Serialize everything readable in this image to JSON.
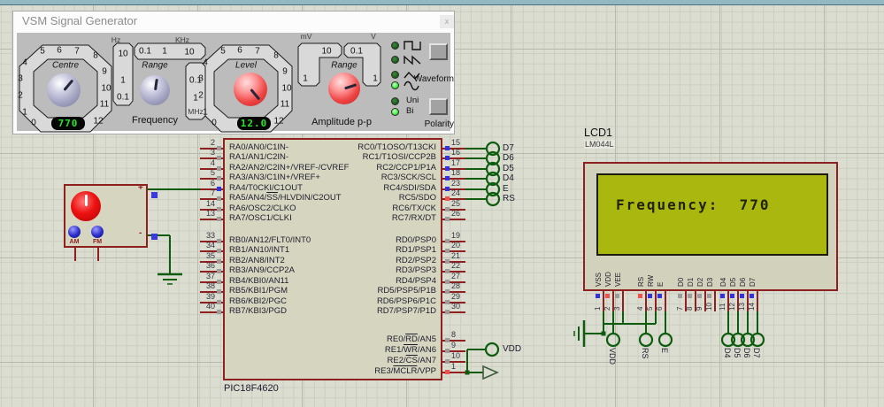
{
  "window": {
    "title": "VSM Signal Generator",
    "close": "x"
  },
  "vsm": {
    "centre": {
      "label": "Centre",
      "value": "770",
      "scale": [
        "0",
        "1",
        "2",
        "3",
        "4",
        "5",
        "6",
        "7",
        "8",
        "9",
        "10",
        "11",
        "12"
      ]
    },
    "level": {
      "label": "Level",
      "value": "12.0",
      "scale": [
        "0",
        "1",
        "2",
        "3",
        "4",
        "5",
        "6",
        "7",
        "8",
        "9",
        "10",
        "11",
        "12"
      ]
    },
    "freq": {
      "unit_hz": "Hz",
      "unit_khz": "KHz",
      "unit_mhz": "MHz",
      "hz_ticks": [
        "10",
        "1",
        "0.1"
      ],
      "khz_ticks": [
        "0.1",
        "1",
        "10"
      ],
      "mhz_ticks": [
        "0.1",
        "1"
      ],
      "range_label": "Range",
      "section_label": "Frequency"
    },
    "amp": {
      "unit_mv": "mV",
      "unit_v": "V",
      "left_top": "10",
      "left_side": "1",
      "right_top": "0.1",
      "right_side": "1",
      "range_label": "Range",
      "section_label": "Amplitude p-p"
    },
    "waveform": {
      "button": "Waveform",
      "leds": [
        {
          "shape": "square",
          "lit": false
        },
        {
          "shape": "sawtooth",
          "lit": false
        },
        {
          "shape": "triangle",
          "lit": false
        },
        {
          "shape": "sine",
          "lit": true
        }
      ]
    },
    "polarity": {
      "button": "Polarity",
      "options": [
        {
          "label": "Uni",
          "lit": false
        },
        {
          "label": "Bi",
          "lit": true
        }
      ]
    }
  },
  "generator": {
    "am": "AM",
    "fm": "FM",
    "plus": "+",
    "minus": "-"
  },
  "chip": {
    "name": "PIC18F4620",
    "left_a": [
      {
        "num": "2",
        "label": "RA0/AN0/C1IN-",
        "marker": "grey"
      },
      {
        "num": "3",
        "label": "RA1/AN1/C2IN-",
        "marker": "grey"
      },
      {
        "num": "4",
        "label": "RA2/AN2/C2IN+/VREF-/CVREF",
        "marker": "grey"
      },
      {
        "num": "5",
        "label": "RA3/AN3/C1IN+/VREF+",
        "marker": "grey"
      },
      {
        "num": "6",
        "label": "RA4/T0CKI/C1OUT",
        "marker": "blue"
      },
      {
        "num": "7",
        "label": "RA5/AN4/~SS~/HLVDIN/C2OUT",
        "marker": "grey"
      },
      {
        "num": "14",
        "label": "RA6/OSC2/CLKO",
        "marker": "grey"
      },
      {
        "num": "13",
        "label": "RA7/OSC1/CLKI",
        "marker": "grey"
      }
    ],
    "left_b": [
      {
        "num": "33",
        "label": "RB0/AN12/FLT0/INT0",
        "marker": "grey"
      },
      {
        "num": "34",
        "label": "RB1/AN10/INT1",
        "marker": "grey"
      },
      {
        "num": "35",
        "label": "RB2/AN8/INT2",
        "marker": "grey"
      },
      {
        "num": "36",
        "label": "RB3/AN9/CCP2A",
        "marker": "grey"
      },
      {
        "num": "37",
        "label": "RB4/KBI0/AN11",
        "marker": "grey"
      },
      {
        "num": "38",
        "label": "RB5/KBI1/PGM",
        "marker": "grey"
      },
      {
        "num": "39",
        "label": "RB6/KBI2/PGC",
        "marker": "grey"
      },
      {
        "num": "40",
        "label": "RB7/KBI3/PGD",
        "marker": "grey"
      }
    ],
    "right_c": [
      {
        "num": "15",
        "label": "RC0/T1OSO/T13CKI",
        "marker": "blue"
      },
      {
        "num": "16",
        "label": "RC1/T1OSI/CCP2B",
        "marker": "blue"
      },
      {
        "num": "17",
        "label": "RC2/CCP1/P1A",
        "marker": "blue"
      },
      {
        "num": "18",
        "label": "RC3/SCK/SCL",
        "marker": "blue"
      },
      {
        "num": "23",
        "label": "RC4/SDI/SDA",
        "marker": "blue"
      },
      {
        "num": "24",
        "label": "RC5/SDO",
        "marker": "red"
      },
      {
        "num": "25",
        "label": "RC6/TX/CK",
        "marker": "grey"
      },
      {
        "num": "26",
        "label": "RC7/RX/DT",
        "marker": "grey"
      }
    ],
    "right_d": [
      {
        "num": "19",
        "label": "RD0/PSP0",
        "marker": "grey"
      },
      {
        "num": "20",
        "label": "RD1/PSP1",
        "marker": "grey"
      },
      {
        "num": "21",
        "label": "RD2/PSP2",
        "marker": "grey"
      },
      {
        "num": "22",
        "label": "RD3/PSP3",
        "marker": "grey"
      },
      {
        "num": "27",
        "label": "RD4/PSP4",
        "marker": "grey"
      },
      {
        "num": "28",
        "label": "RD5/PSP5/P1B",
        "marker": "grey"
      },
      {
        "num": "29",
        "label": "RD6/PSP6/P1C",
        "marker": "grey"
      },
      {
        "num": "30",
        "label": "RD7/PSP7/P1D",
        "marker": "grey"
      }
    ],
    "right_e": [
      {
        "num": "8",
        "label": "RE0/~RD~/AN5",
        "marker": "grey"
      },
      {
        "num": "9",
        "label": "RE1/~WR~/AN6",
        "marker": "grey"
      },
      {
        "num": "10",
        "label": "RE2/~CS~/AN7",
        "marker": "grey"
      },
      {
        "num": "1",
        "label": "RE3/~MCLR~/VPP",
        "marker": "red"
      }
    ]
  },
  "terminals": {
    "right": [
      "D7",
      "D6",
      "D5",
      "D4",
      "E",
      "RS"
    ],
    "mclr_vdd": "VDD"
  },
  "lcd": {
    "ref": "LCD1",
    "part": "LM044L",
    "screen_text": "Frequency:  770",
    "pins": [
      {
        "num": "1",
        "label": "VSS",
        "marker": "blue"
      },
      {
        "num": "2",
        "label": "VDD",
        "marker": "red"
      },
      {
        "num": "3",
        "label": "VEE",
        "marker": "grey"
      },
      {
        "num": "4",
        "label": "RS",
        "marker": "red"
      },
      {
        "num": "5",
        "label": "RW",
        "marker": "blue"
      },
      {
        "num": "6",
        "label": "E",
        "marker": "blue"
      },
      {
        "num": "7",
        "label": "D0",
        "marker": "grey"
      },
      {
        "num": "8",
        "label": "D1",
        "marker": "grey"
      },
      {
        "num": "9",
        "label": "D2",
        "marker": "grey"
      },
      {
        "num": "10",
        "label": "D3",
        "marker": "grey"
      },
      {
        "num": "11",
        "label": "D4",
        "marker": "blue"
      },
      {
        "num": "12",
        "label": "D5",
        "marker": "blue"
      },
      {
        "num": "13",
        "label": "D6",
        "marker": "blue"
      },
      {
        "num": "14",
        "label": "D7",
        "marker": "blue"
      }
    ],
    "terminals": [
      "VDD",
      "RS",
      "E",
      "D4",
      "D5",
      "D6",
      "D7"
    ]
  },
  "colors": {
    "wire": "#0e5c0e",
    "component": "#8e2020",
    "lcd_green": "#a9b70e",
    "led_on": "#3cf03c",
    "led_off": "#1a5a1a",
    "marker_grey": "#9c9c9c",
    "marker_blue": "#3232e0",
    "marker_red": "#f05050"
  }
}
